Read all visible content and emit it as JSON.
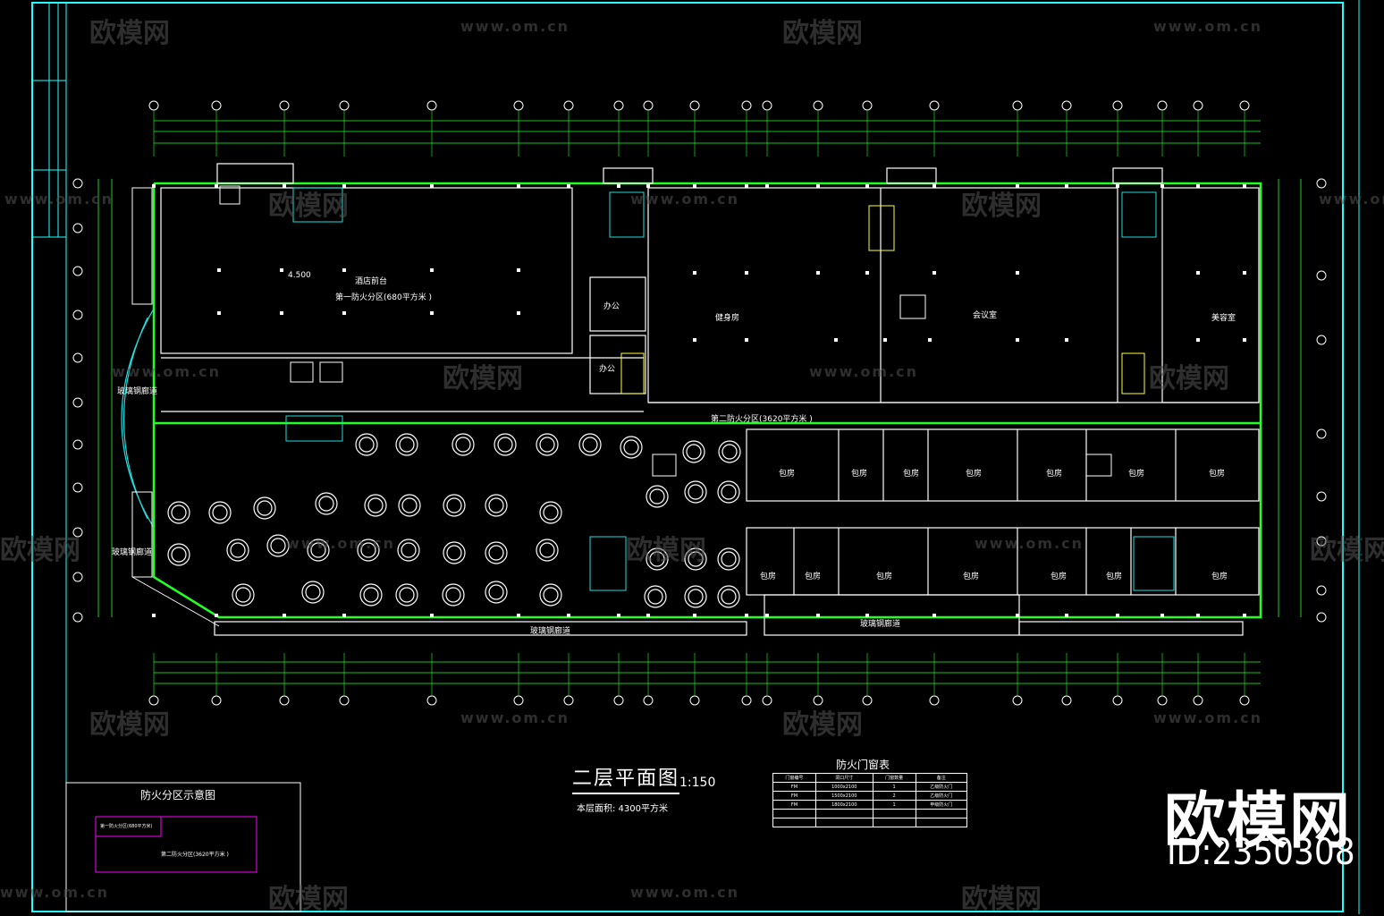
{
  "drawing": {
    "title": "二层平面图",
    "scale": "1:150",
    "area_note": "本层面积: 4300平方米"
  },
  "rooms": {
    "hotel_lobby": "酒店前台",
    "fire_zone_1": "第一防火分区(680平方米 )",
    "office_1": "办公",
    "office_2": "办公",
    "fitness": "健身房",
    "conference": "会议室",
    "beauty": "美容室",
    "fire_zone_2": "第二防火分区(3620平方米 )",
    "corridor_glass_1": "玻璃钢廊道",
    "corridor_glass_2": "玻璃钢廊道",
    "corridor_glass_3": "玻璃钢廊道",
    "corridor_glass_4": "玻璃钢廊道",
    "private_room": "包房",
    "elevation_label": "4.500"
  },
  "legend": {
    "title": "防火分区示意图",
    "zone1": "第一防火分区(680平方米)",
    "zone2": "第二防火分区(3620平方米 )"
  },
  "door_schedule": {
    "title": "防火门窗表",
    "header": [
      "门窗编号",
      "洞口尺寸",
      "门窗数量",
      "备注"
    ],
    "rows": [
      [
        "FM",
        "1000x2100",
        "1",
        "乙级防火门"
      ],
      [
        "FM",
        "1500x2100",
        "2",
        "乙级防火门"
      ],
      [
        "FM",
        "1800x2100",
        "1",
        "甲级防火门"
      ]
    ]
  },
  "watermark": {
    "url": "www.om.cn",
    "logo": "欧模网",
    "corner_logo": "欧模网",
    "corner_id": "ID:2350308"
  },
  "colors": {
    "wall": "#ffffff",
    "green": "#22ff22",
    "cyan": "#22dddd",
    "frame": "#22ffff",
    "blue": "#4466ff",
    "magenta": "#ff00ff",
    "yellow": "#ffff33"
  }
}
